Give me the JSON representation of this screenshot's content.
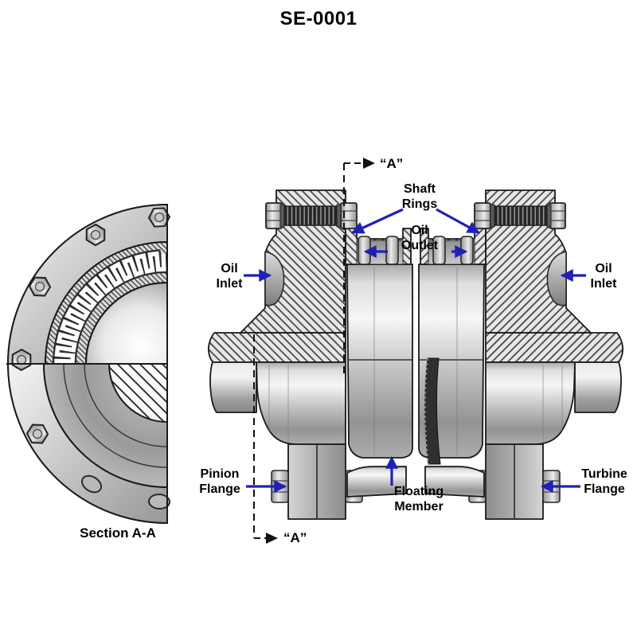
{
  "title": "SE-0001",
  "colors": {
    "arrow_blue": "#2021b4",
    "outline_black": "#1a1a1a",
    "hatch_line": "#4a4a4a",
    "metal_light": "#f4f4f4",
    "metal_dark": "#8f8f8f"
  },
  "section_view": {
    "caption": "Section A-A"
  },
  "section_markers": {
    "top": "“A”",
    "bottom": "“A”"
  },
  "callouts": {
    "shaft_rings": {
      "lines": [
        "Shaft",
        "Rings"
      ]
    },
    "oil_outlet": {
      "lines": [
        "Oil",
        "Outlet"
      ]
    },
    "oil_inlet_left": {
      "lines": [
        "Oil",
        "Inlet"
      ]
    },
    "oil_inlet_right": {
      "lines": [
        "Oil",
        "Inlet"
      ]
    },
    "pinion_flange": {
      "lines": [
        "Pinion",
        "Flange"
      ]
    },
    "floating_member": {
      "lines": [
        "Floating",
        "Member"
      ]
    },
    "turbine_flange": {
      "lines": [
        "Turbine",
        "Flange"
      ]
    }
  }
}
